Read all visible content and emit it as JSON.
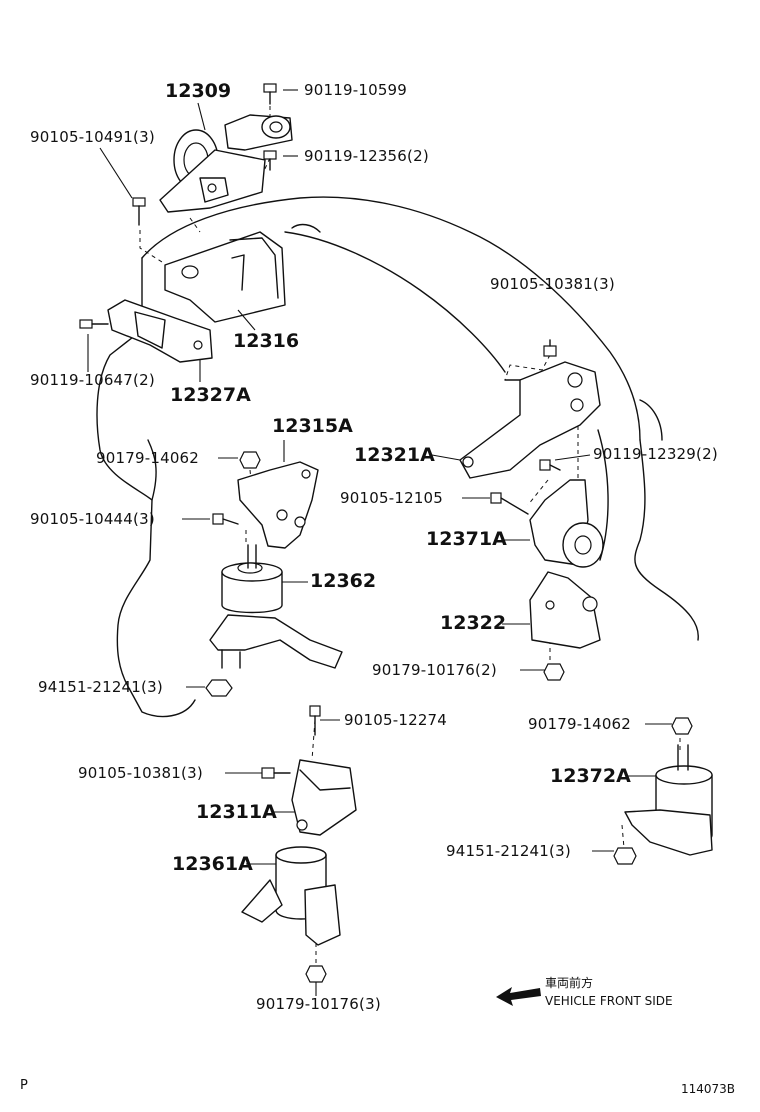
{
  "labels": {
    "p12309": "12309",
    "p90119_10599": "90119-10599",
    "p90105_10491": "90105-10491(3)",
    "p90119_12356": "90119-12356(2)",
    "p12316": "12316",
    "p90105_10381_top": "90105-10381(3)",
    "p90119_10647": "90119-10647(2)",
    "p12327A": "12327A",
    "p12315A": "12315A",
    "p90179_14062_left": "90179-14062",
    "p12321A": "12321A",
    "p90119_12329": "90119-12329(2)",
    "p90105_12105": "90105-12105",
    "p90105_10444": "90105-10444(3)",
    "p12371A": "12371A",
    "p12362": "12362",
    "p12322": "12322",
    "p90179_10176_2": "90179-10176(2)",
    "p94151_21241_left": "94151-21241(3)",
    "p90105_12274": "90105-12274",
    "p90179_14062_right": "90179-14062",
    "p90105_10381_mid": "90105-10381(3)",
    "p12372A": "12372A",
    "p12311A": "12311A",
    "p94151_21241_right": "94151-21241(3)",
    "p12361A": "12361A",
    "p90179_10176_3": "90179-10176(3)"
  },
  "direction": {
    "japanese": "車両前方",
    "english": "VEHICLE FRONT SIDE",
    "icon": "arrow-left-icon"
  },
  "footer": {
    "left_mark": "P",
    "illustration_number": "114073B"
  },
  "colors": {
    "line": "#111111",
    "background": "#ffffff"
  }
}
